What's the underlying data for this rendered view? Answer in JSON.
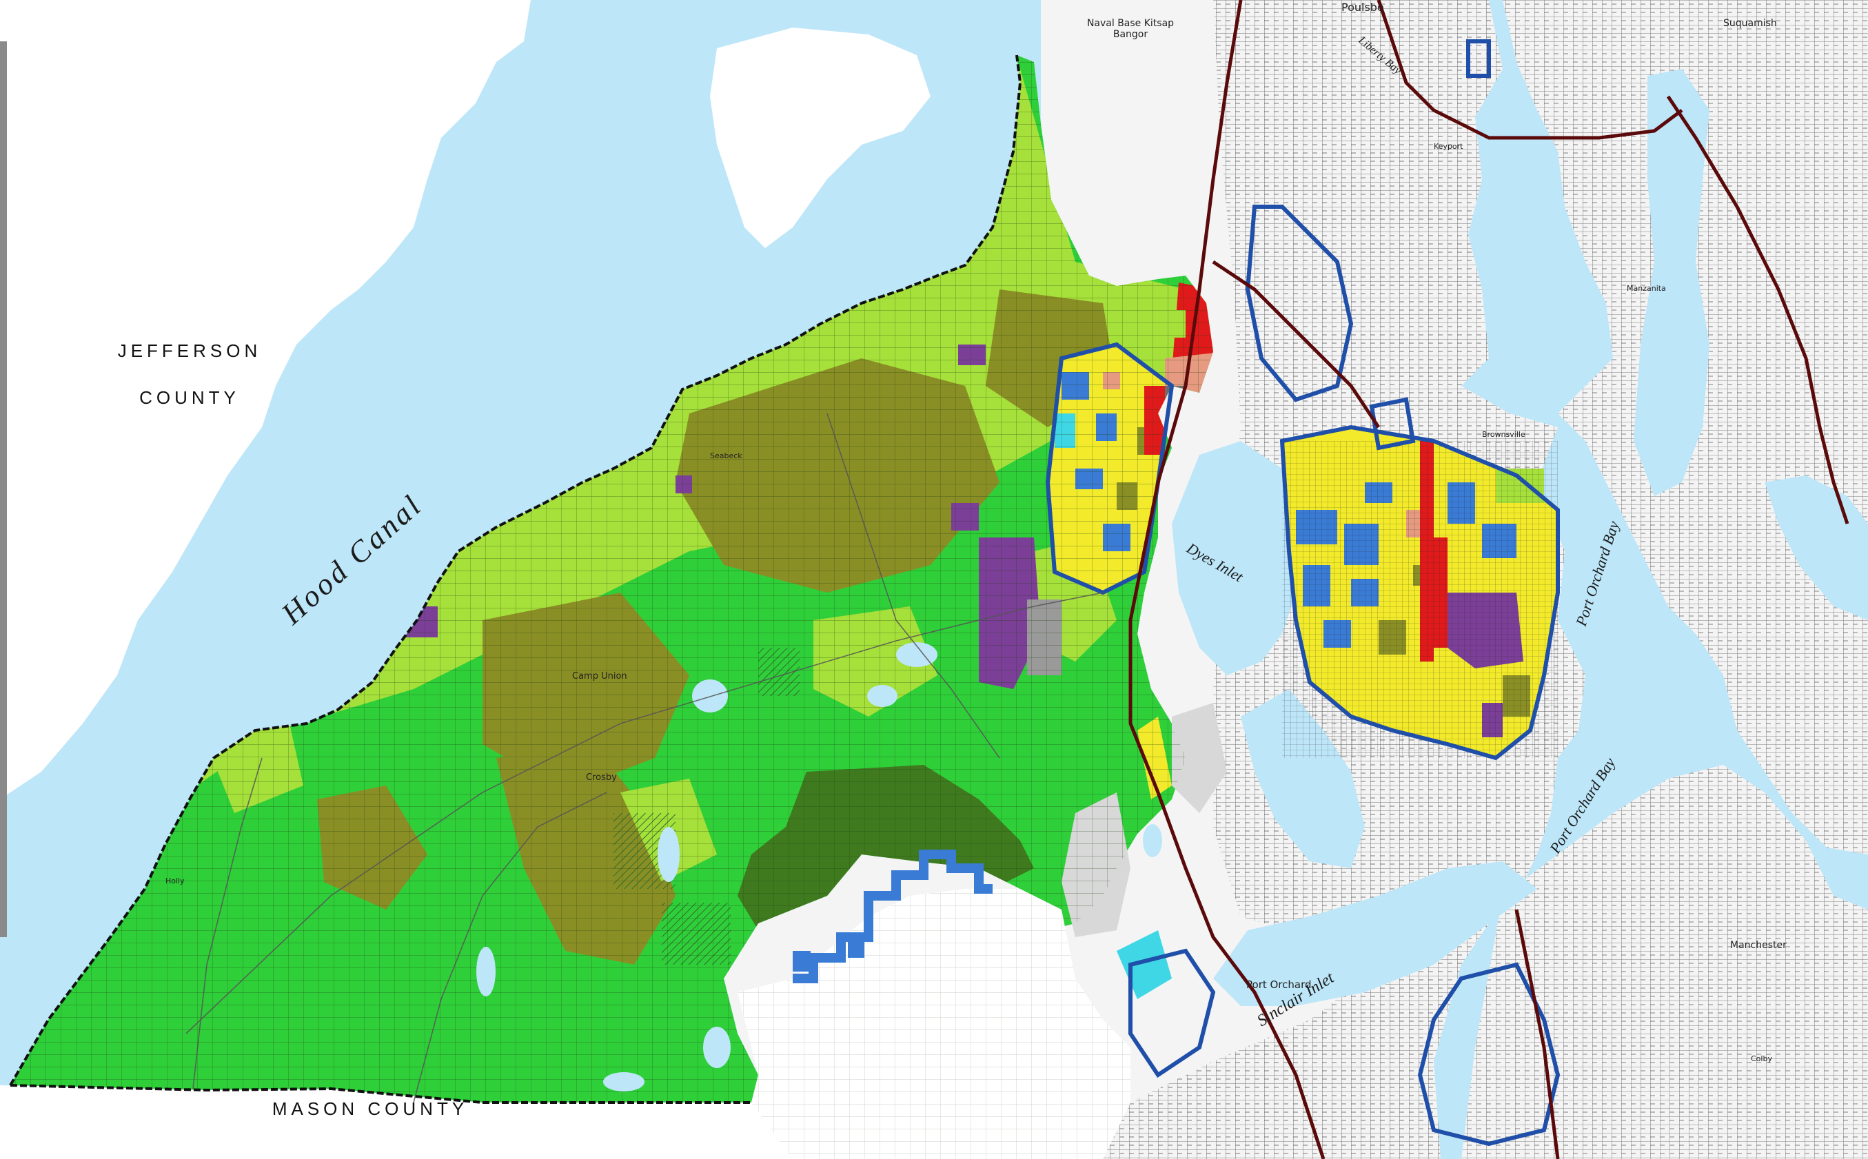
{
  "map": {
    "region_labels": {
      "jefferson_line1": "JEFFERSON",
      "jefferson_line2": "COUNTY",
      "mason": "MASON COUNTY"
    },
    "water_labels": {
      "hood_canal": "Hood Canal",
      "dyes_inlet": "Dyes Inlet",
      "sinclair_inlet": "Sinclair Inlet",
      "port_orchard_bay_upper": "Port Orchard Bay",
      "port_orchard_bay_lower": "Port Orchard Bay",
      "liberty_bay": "Liberty Bay"
    },
    "place_labels": {
      "naval_base_1": "Naval Base Kitsap",
      "naval_base_2": "Bangor",
      "poulsbo": "Poulsbo",
      "suquamish": "Suquamish",
      "seabeck": "Seabeck",
      "camp_union": "Camp Union",
      "crosby": "Crosby",
      "port_orchard": "Port Orchard",
      "manchester": "Manchester",
      "manzanita": "Manzanita",
      "holly": "Holly",
      "keyport": "Keyport",
      "brownsville": "Brownsville",
      "colby": "Colby"
    },
    "colors": {
      "water": "#bde6f8",
      "land_blank": "#ffffff",
      "rural_green": "#2fcf3a",
      "rural_lime": "#a6e03a",
      "rural_olive": "#8a8f25",
      "forest_dark": "#3f7a1f",
      "public_purple": "#7b3f98",
      "urban_blue": "#3a7bd5",
      "urban_yellow": "#f2ea2a",
      "commercial_red": "#e01a1a",
      "industrial_salmon": "#e69a80",
      "uga_boundary": "#1f4fa8",
      "county_boundary": "#111111",
      "highway": "#5a0a0a"
    }
  }
}
